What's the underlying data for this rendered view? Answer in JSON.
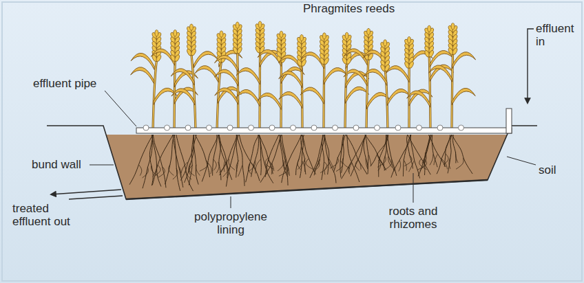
{
  "diagram": {
    "labels": [
      "Phragmites reeds",
      "effluent in",
      "effluent pipe",
      "bund wall",
      "treated effluent out",
      "polypropylene lining",
      "roots and rhizomes",
      "soil"
    ]
  }
}
